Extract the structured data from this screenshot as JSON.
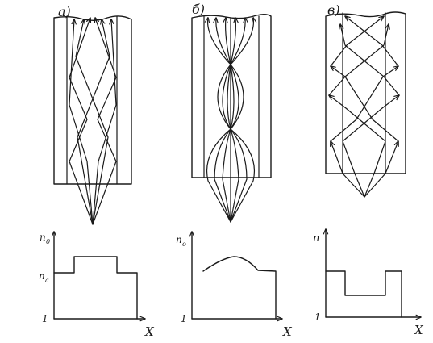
{
  "panels": [
    {
      "letter": "a)",
      "graph": {
        "y_axis_label": "n",
        "y_tick_top": "n",
        "y_tick_top_sub": "0",
        "y_tick_mid": "n",
        "y_tick_mid_sub": "a",
        "y_tick_one": "1",
        "x_axis_label": "X"
      }
    },
    {
      "letter": "б)",
      "graph": {
        "y_axis_label": "n",
        "y_axis_sub": "o",
        "y_tick_one": "1",
        "x_axis_label": "X"
      }
    },
    {
      "letter": "в)",
      "graph": {
        "y_axis_label": "n",
        "y_tick_one": "1",
        "x_axis_label": "X"
      }
    }
  ],
  "icons": [
    "arrow-head-icon"
  ]
}
